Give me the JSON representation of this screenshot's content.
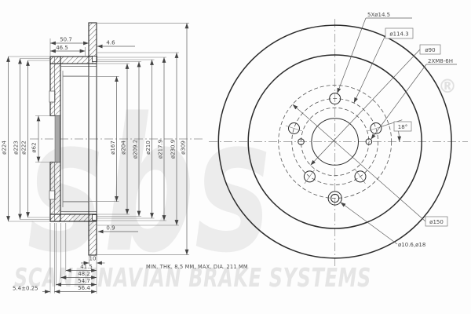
{
  "drawing": {
    "note": "MIN. THK. 8.5 MM, MAX. DIA. 211 MM",
    "section": {
      "top_width_outer": "50.7",
      "top_width_inner": "46.5",
      "ring_offset": "4.6",
      "step": "0.9",
      "dia_left": [
        "ø224",
        "ø223",
        "ø222"
      ],
      "dia_hub": "ø62",
      "dia_right": [
        "ø167",
        "ø204",
        "ø209.2",
        "ø210",
        "ø217.9",
        "ø230.9",
        "ø309"
      ],
      "widths": [
        "10",
        "41.5",
        "48.2",
        "54.7",
        "56.4"
      ],
      "flange_thickness": "5.4±0.25"
    },
    "front": {
      "callout_bolt_holes": "5Xø14.5",
      "callout_pcd": "ø114.3",
      "callout_hub_circle": "ø90",
      "callout_thread": "2XM8-6H",
      "callout_angle": "18°",
      "callout_circle150": "ø150",
      "callout_setscrew": "ø10.6,ø18"
    },
    "watermark": {
      "logo": "sbs",
      "registered": "®",
      "banner": "SCANDINAVIAN BRAKE SYSTEMS"
    },
    "colors": {
      "outline": "#2b2b2b",
      "dimension": "#5c5c5c",
      "text": "#4a4a4a",
      "watermark": "#e7e7e7",
      "background": "#fdfdfd"
    }
  }
}
